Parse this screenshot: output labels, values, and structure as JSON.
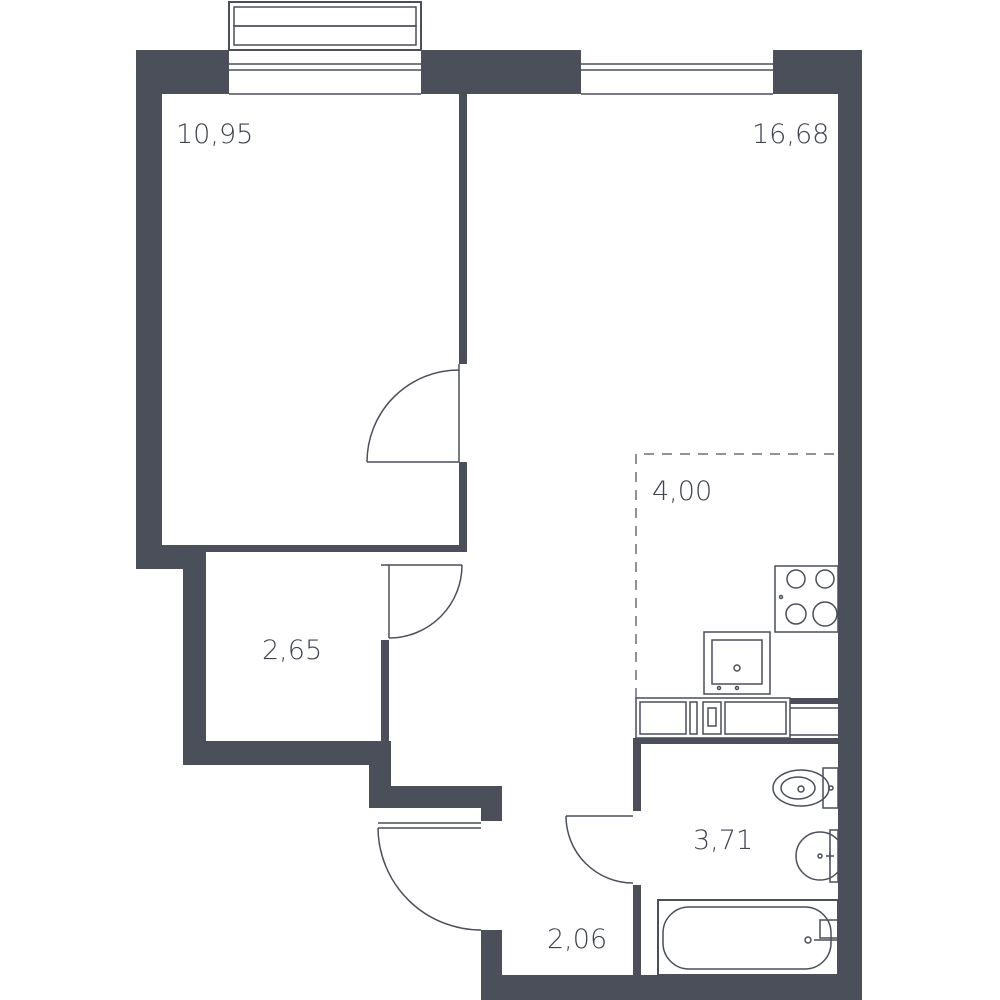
{
  "rooms": {
    "bedroom": {
      "area": "10,95"
    },
    "living_room": {
      "area": "16,68"
    },
    "kitchen_zone": {
      "area": "4,00"
    },
    "storage": {
      "area": "2,65"
    },
    "bathroom": {
      "area": "3,71"
    },
    "hallway": {
      "area": "2,06"
    }
  },
  "colors": {
    "wall": "#4a4f5a",
    "text": "#3f444e",
    "background": "#ffffff"
  },
  "icons": [
    "balcony",
    "window",
    "door-swing",
    "stove",
    "sink",
    "kitchen-counter",
    "toilet",
    "washbasin",
    "bathtub"
  ]
}
